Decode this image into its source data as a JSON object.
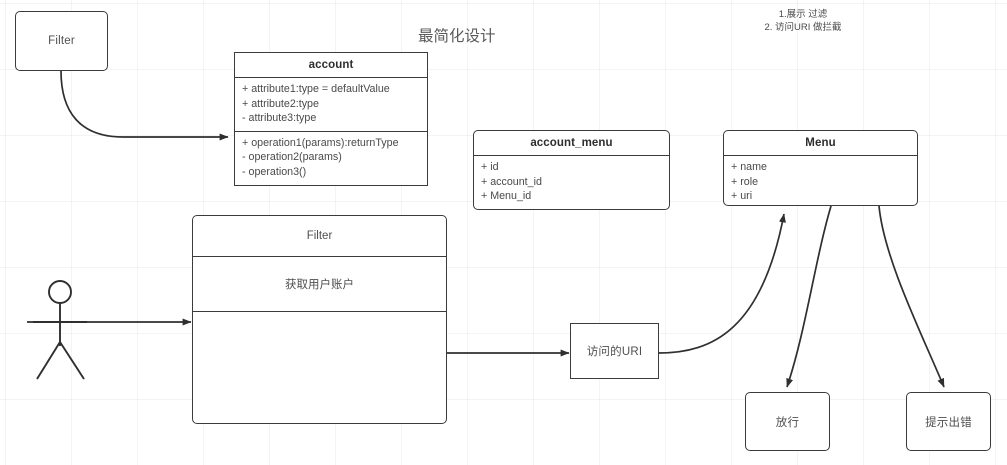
{
  "page": {
    "title": "最简化设计",
    "background": "#ffffff",
    "stroke_color": "#3b3b3b",
    "text_color": "#4a4a4a"
  },
  "notes": {
    "requirements": {
      "line1": "1.展示 过滤",
      "line2": "2. 访问URI 做拦截"
    }
  },
  "nodes": {
    "filter_small": {
      "label": "Filter"
    },
    "account_class": {
      "title": "account",
      "attributes": [
        "+ attribute1:type = defaultValue",
        "+ attribute2:type",
        "- attribute3:type"
      ],
      "operations": [
        "+ operation1(params):returnType",
        "- operation2(params)",
        "- operation3()"
      ]
    },
    "account_menu_class": {
      "title": "account_menu",
      "attributes": [
        "+ id",
        "+ account_id",
        "+ Menu_id"
      ]
    },
    "menu_class": {
      "title": "Menu",
      "attributes": [
        "+ name",
        "+ role",
        "+ uri"
      ]
    },
    "filter_activity": {
      "title": "Filter",
      "step1": "获取用户账户",
      "step2": ""
    },
    "visited_uri": {
      "label": "访问的URI"
    },
    "allow": {
      "label": "放行"
    },
    "error": {
      "label": "提示出错"
    },
    "actor": {
      "label": ""
    }
  }
}
